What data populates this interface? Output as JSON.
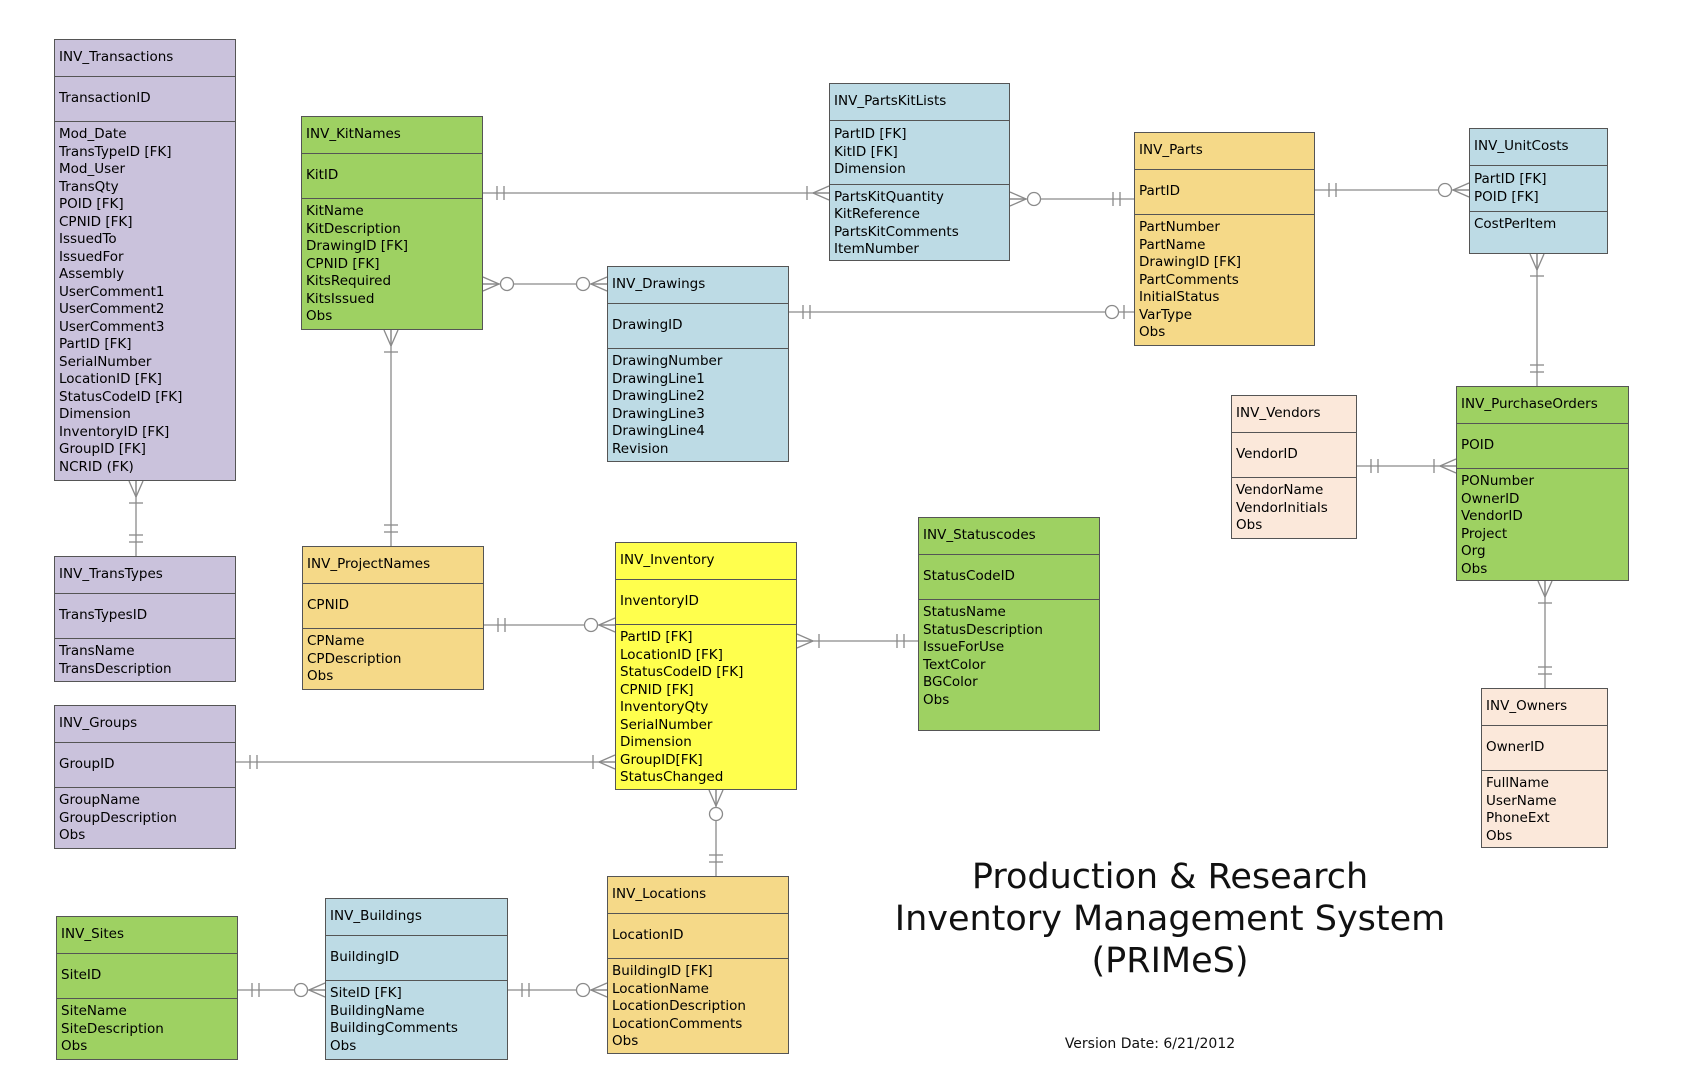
{
  "colors": {
    "purple": "#cac2dc",
    "green": "#9ed162",
    "blue": "#bddbe5",
    "orange": "#f5d988",
    "yellow": "#ffff4d",
    "cream": "#fbe8da",
    "line": "#8a8a8a"
  },
  "title": {
    "line1": "Production & Research",
    "line2": "Inventory Management System",
    "line3": "(PRIMeS)"
  },
  "version": "Version Date: 6/21/2012",
  "tables": {
    "transactions": {
      "name": "INV_Transactions",
      "pk": [
        "TransactionID"
      ],
      "attrs": [
        "Mod_Date",
        "TransTypeID [FK]",
        "Mod_User",
        "TransQty",
        "POID [FK]",
        "CPNID [FK]",
        "IssuedTo",
        "IssuedFor",
        "Assembly",
        "UserComment1",
        "UserComment2",
        "UserComment3",
        "PartID [FK]",
        "SerialNumber",
        "LocationID [FK]",
        "StatusCodeID [FK]",
        "Dimension",
        "InventoryID [FK]",
        "GroupID [FK]",
        "NCRID (FK)"
      ]
    },
    "transtypes": {
      "name": "INV_TransTypes",
      "pk": [
        "TransTypesID"
      ],
      "attrs": [
        "TransName",
        "TransDescription"
      ]
    },
    "groups": {
      "name": "INV_Groups",
      "pk": [
        "GroupID"
      ],
      "attrs": [
        "GroupName",
        "GroupDescription",
        "Obs"
      ]
    },
    "sites": {
      "name": "INV_Sites",
      "pk": [
        "SiteID"
      ],
      "attrs": [
        "SiteName",
        "SiteDescription",
        "Obs"
      ]
    },
    "kitnames": {
      "name": "INV_KitNames",
      "pk": [
        "KitID"
      ],
      "attrs": [
        "KitName",
        "KitDescription",
        "DrawingID [FK]",
        "CPNID [FK]",
        "KitsRequired",
        "KitsIssued",
        "Obs"
      ]
    },
    "projectnames": {
      "name": "INV_ProjectNames",
      "pk": [
        "CPNID"
      ],
      "attrs": [
        "CPName",
        "CPDescription",
        "Obs"
      ]
    },
    "buildings": {
      "name": "INV_Buildings",
      "pk": [
        "BuildingID"
      ],
      "attrs": [
        "SiteID [FK]",
        "BuildingName",
        "BuildingComments",
        "Obs"
      ]
    },
    "drawings": {
      "name": "INV_Drawings",
      "pk": [
        "DrawingID"
      ],
      "attrs": [
        "DrawingNumber",
        "DrawingLine1",
        "DrawingLine2",
        "DrawingLine3",
        "DrawingLine4",
        "Revision"
      ]
    },
    "inventory": {
      "name": "INV_Inventory",
      "pk": [
        "InventoryID"
      ],
      "attrs": [
        "PartID [FK]",
        "LocationID [FK]",
        "StatusCodeID [FK]",
        "CPNID [FK]",
        "InventoryQty",
        "SerialNumber",
        "Dimension",
        "GroupID[FK]",
        "StatusChanged"
      ]
    },
    "locations": {
      "name": "INV_Locations",
      "pk": [
        "LocationID"
      ],
      "attrs": [
        "BuildingID [FK]",
        "LocationName",
        "LocationDescription",
        "LocationComments",
        "Obs"
      ]
    },
    "partskitlists": {
      "name": "INV_PartsKitLists",
      "pk": [
        "PartID [FK]",
        "KitID [FK]",
        "Dimension"
      ],
      "attrs": [
        "PartsKitQuantity",
        "KitReference",
        "PartsKitComments",
        "ItemNumber"
      ]
    },
    "statuscodes": {
      "name": "INV_Statuscodes",
      "pk": [
        "StatusCodeID"
      ],
      "attrs": [
        "StatusName",
        "StatusDescription",
        "IssueForUse",
        "TextColor",
        "BGColor",
        "Obs"
      ]
    },
    "parts": {
      "name": "INV_Parts",
      "pk": [
        "PartID"
      ],
      "attrs": [
        "PartNumber",
        "PartName",
        "DrawingID [FK]",
        "PartComments",
        "InitialStatus",
        "VarType",
        "Obs"
      ]
    },
    "unitcosts": {
      "name": "INV_UnitCosts",
      "pk": [
        "PartID [FK]",
        "POID [FK]"
      ],
      "attrs": [
        "CostPerItem"
      ]
    },
    "vendors": {
      "name": "INV_Vendors",
      "pk": [
        "VendorID"
      ],
      "attrs": [
        "VendorName",
        "VendorInitials",
        "Obs"
      ]
    },
    "purchaseorders": {
      "name": "INV_PurchaseOrders",
      "pk": [
        "POID"
      ],
      "attrs": [
        "PONumber",
        "OwnerID",
        "VendorID",
        "Project",
        "Org",
        "Obs"
      ]
    },
    "owners": {
      "name": "INV_Owners",
      "pk": [
        "OwnerID"
      ],
      "attrs": [
        "FullName",
        "UserName",
        "PhoneExt",
        "Obs"
      ]
    }
  }
}
